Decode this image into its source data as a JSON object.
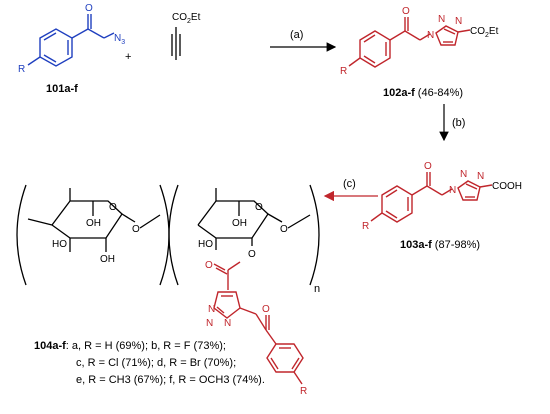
{
  "colors": {
    "blue": "#1f3fbf",
    "red": "#c0262c",
    "black": "#000000"
  },
  "reagents": {
    "azide_label": "101a-f",
    "plus": "+",
    "ester_group": "CO2Et"
  },
  "atoms": {
    "O": "O",
    "R": "R",
    "N": "N",
    "N3": "N3",
    "HO": "HO",
    "OH": "OH",
    "COOH": "COOH",
    "n": "n"
  },
  "steps": {
    "a": "(a)",
    "b": "(b)",
    "c": "(c)"
  },
  "products": {
    "p102_label": "102a-f",
    "p102_yield": "(46-84%)",
    "p103_label": "103a-f",
    "p103_yield": "(87-98%)"
  },
  "legend": {
    "id": "104a-f",
    "line1": ": a, R = H (69%); b, R = F (73%);",
    "line2": "c, R = Cl (71%); d, R = Br (70%);",
    "line3": "e, R = CH3 (67%); f, R = OCH3 (74%)."
  }
}
